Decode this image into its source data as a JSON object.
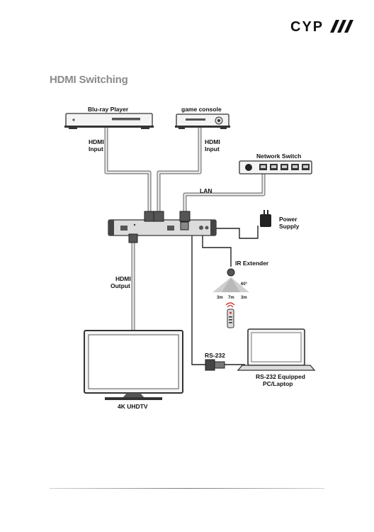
{
  "header": {
    "logo_text": "CYP"
  },
  "section": {
    "title": "HDMI Switching"
  },
  "devices": {
    "bluray": "Blu-ray Player",
    "console": "game console",
    "network_switch": "Network Switch",
    "power": [
      "Power",
      "Supply"
    ],
    "ir": "IR Extender",
    "tv": "4K UHDTV",
    "pc": [
      "RS-232 Equipped",
      "PC/Laptop"
    ]
  },
  "labels": {
    "hdmi_input_left": [
      "HDMI",
      "Input"
    ],
    "hdmi_input_right": [
      "HDMI",
      "Input"
    ],
    "lan": "LAN",
    "hdmi_output": [
      "HDMI",
      "Output"
    ],
    "rs232": "RS-232"
  },
  "ir_coverage": {
    "angle": "60°",
    "distances": [
      "3m",
      "7m",
      "3m"
    ]
  },
  "colors": {
    "cable": "#777777",
    "device": "#3a3a3a",
    "section_title": "#8a8a8a",
    "remote_signal": "#d0342c"
  }
}
